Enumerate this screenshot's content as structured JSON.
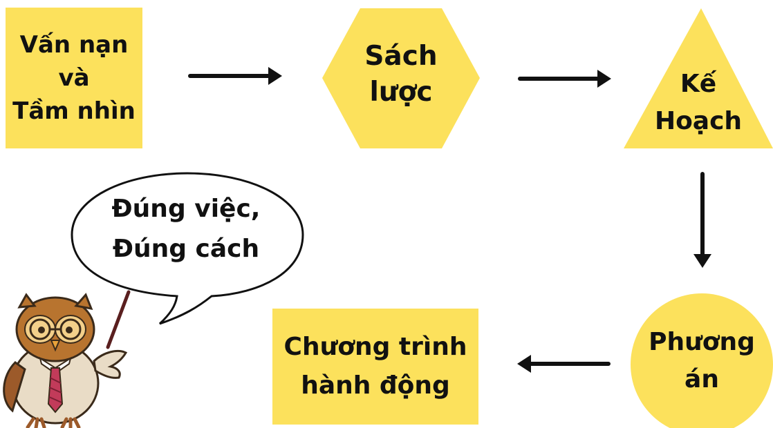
{
  "diagram": {
    "accent_color": "#FCE15C",
    "line_color": "#111111",
    "nodes": {
      "vision": {
        "shape": "rectangle",
        "label": "Vấn nạn\nvà\nTầm nhìn"
      },
      "strategy": {
        "shape": "hexagon",
        "label": "Sách\nlược"
      },
      "plan": {
        "shape": "triangle",
        "label": "Kế\nHoạch"
      },
      "option": {
        "shape": "circle",
        "label": "Phương\nán"
      },
      "program": {
        "shape": "rectangle",
        "label": "Chương trình\nhành động"
      }
    },
    "edges": [
      {
        "from": "vision",
        "to": "strategy"
      },
      {
        "from": "strategy",
        "to": "plan"
      },
      {
        "from": "plan",
        "to": "option"
      },
      {
        "from": "option",
        "to": "program"
      }
    ],
    "speech_bubble": {
      "text": "Đúng việc,\nĐúng cách"
    },
    "mascot": {
      "icon": "owl-teacher-icon"
    }
  }
}
